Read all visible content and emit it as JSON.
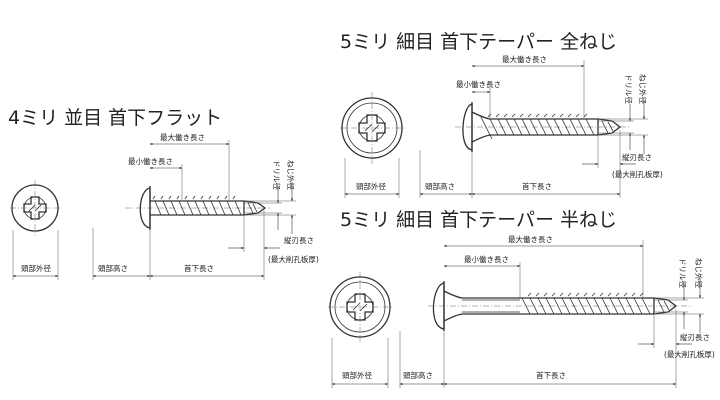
{
  "titles": {
    "flat": "4ミリ 並目 首下フラット",
    "taper_full": "5ミリ 細目 首下テーパー 全ねじ",
    "taper_half": "5ミリ 細目 首下テーパー 半ねじ"
  },
  "labels": {
    "head_outer_diameter": "頭部外径",
    "head_height": "頭部高さ",
    "length_under_head": "首下長さ",
    "max_working_length": "最大働き長さ",
    "min_working_length": "最小働き長さ",
    "drill_diameter": "ドリル径",
    "thread_outer_diameter": "ねじ外径",
    "blade_length": "縦刃長さ",
    "max_drill_plate": "(最大削孔板厚)"
  },
  "colors": {
    "line": "#333333",
    "background": "#ffffff"
  }
}
